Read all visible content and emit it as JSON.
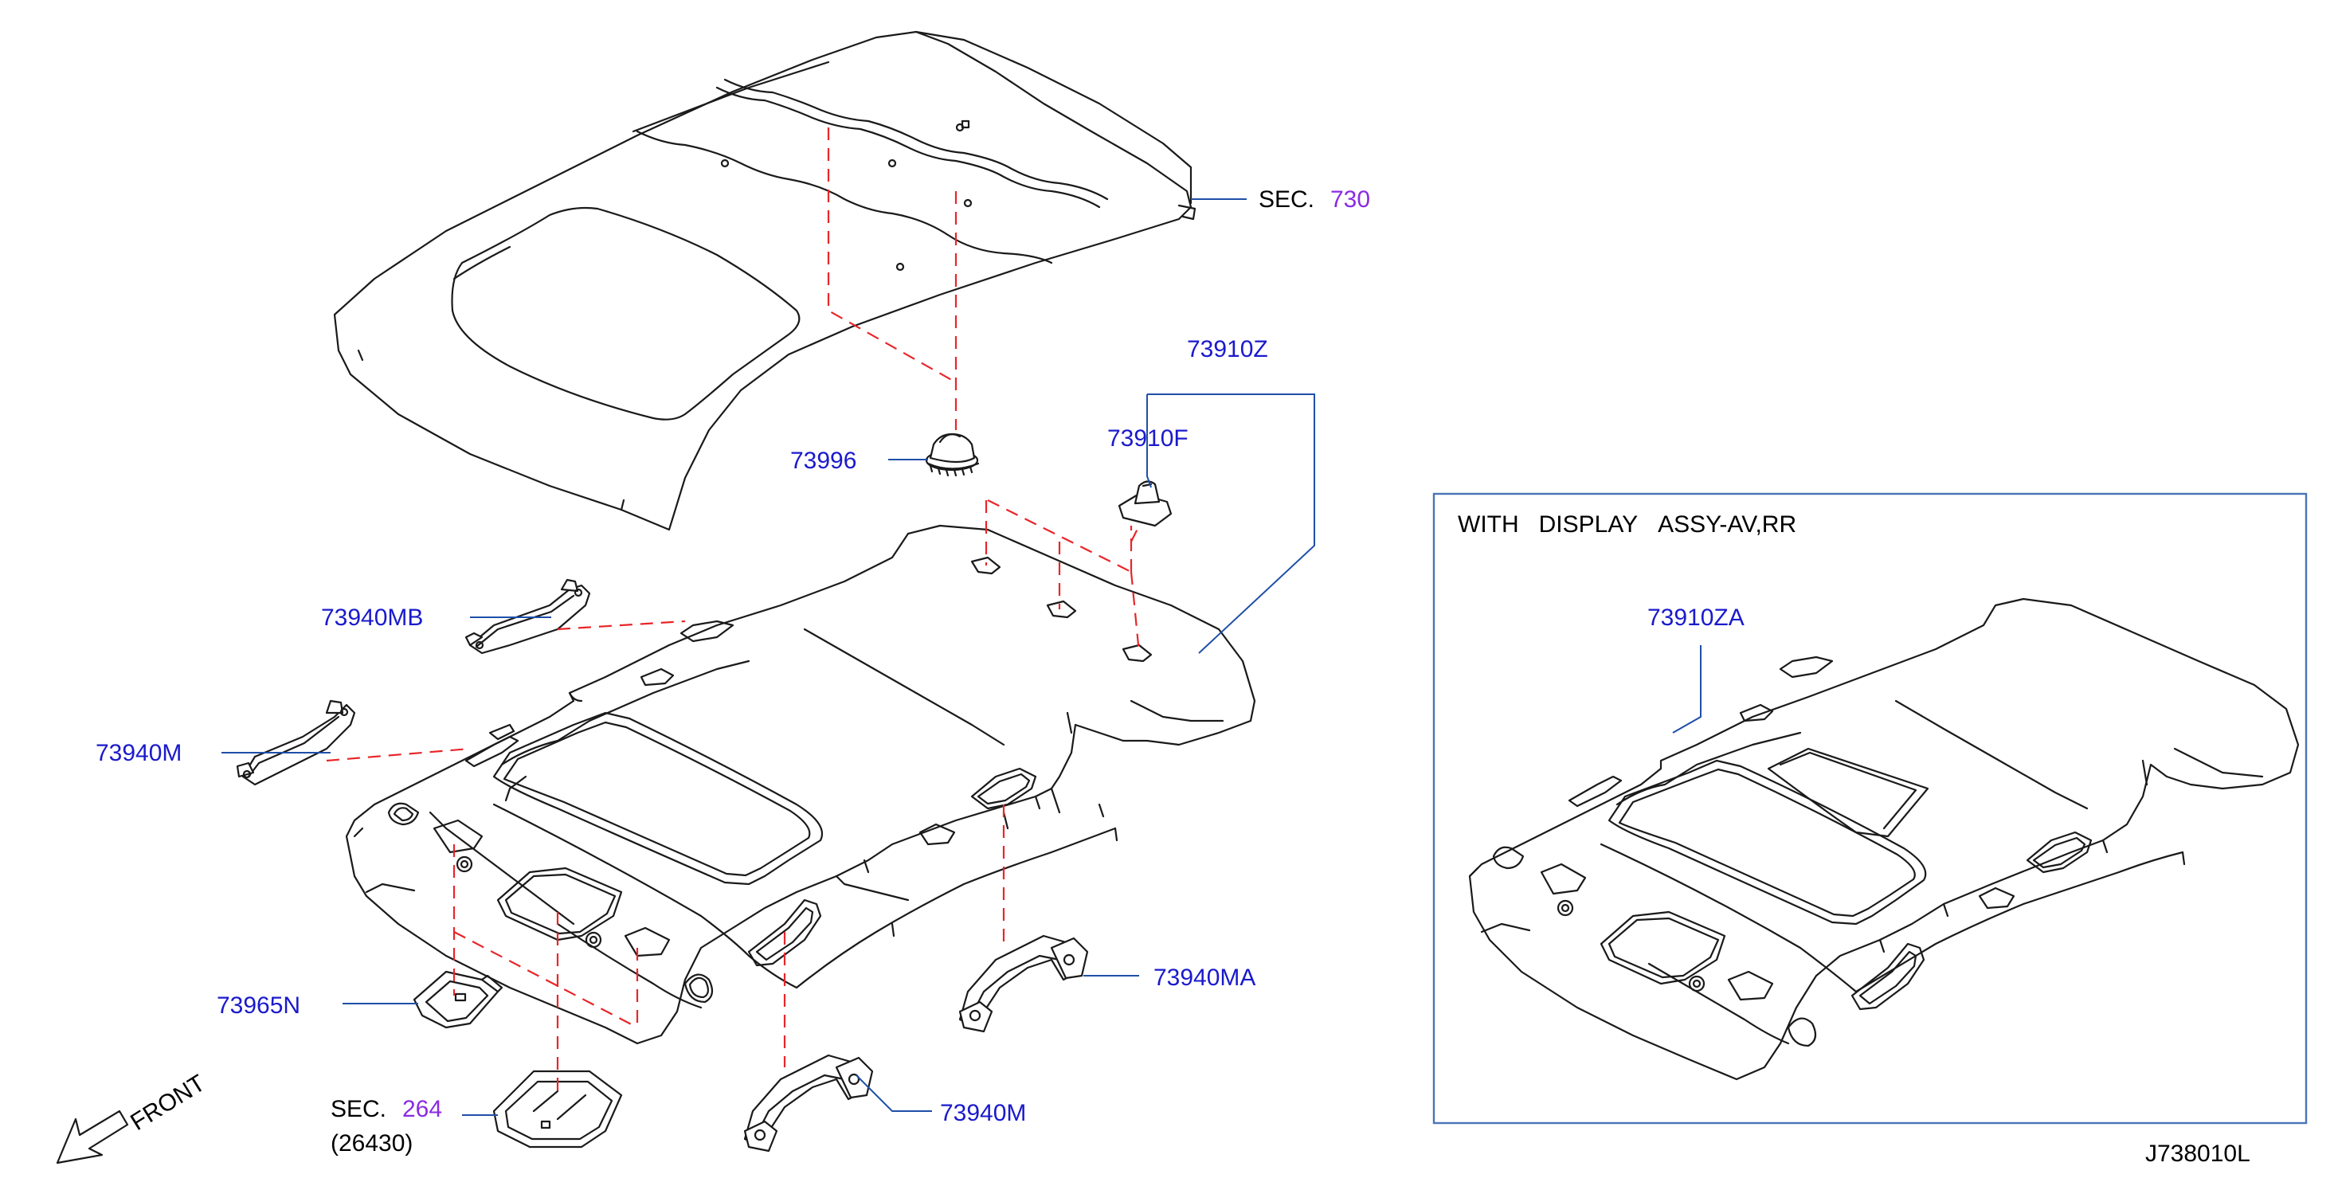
{
  "colors": {
    "part_number": "#1a1acc",
    "section_number": "#8a2be2",
    "leader_line": "#1f4fa8",
    "dashed_guide": "#e8262a",
    "inset_border": "#4a74b8",
    "text": "#000000"
  },
  "callouts": {
    "sec_730_prefix": "SEC.",
    "sec_730_num": "730",
    "p73910Z": "73910Z",
    "p73910F": "73910F",
    "p73996": "73996",
    "p73940MB": "73940MB",
    "p73940M_left": "73940M",
    "p73940MA": "73940MA",
    "p73965N": "73965N",
    "sec_264_prefix": "SEC.",
    "sec_264_num": "264",
    "p26430": "(26430)",
    "p73940M_bottom": "73940M"
  },
  "front_label": "FRONT",
  "inset": {
    "title": "WITH DISPLAY ASSY-AV,RR",
    "part": "73910ZA"
  },
  "drawing_code": "J738010L"
}
